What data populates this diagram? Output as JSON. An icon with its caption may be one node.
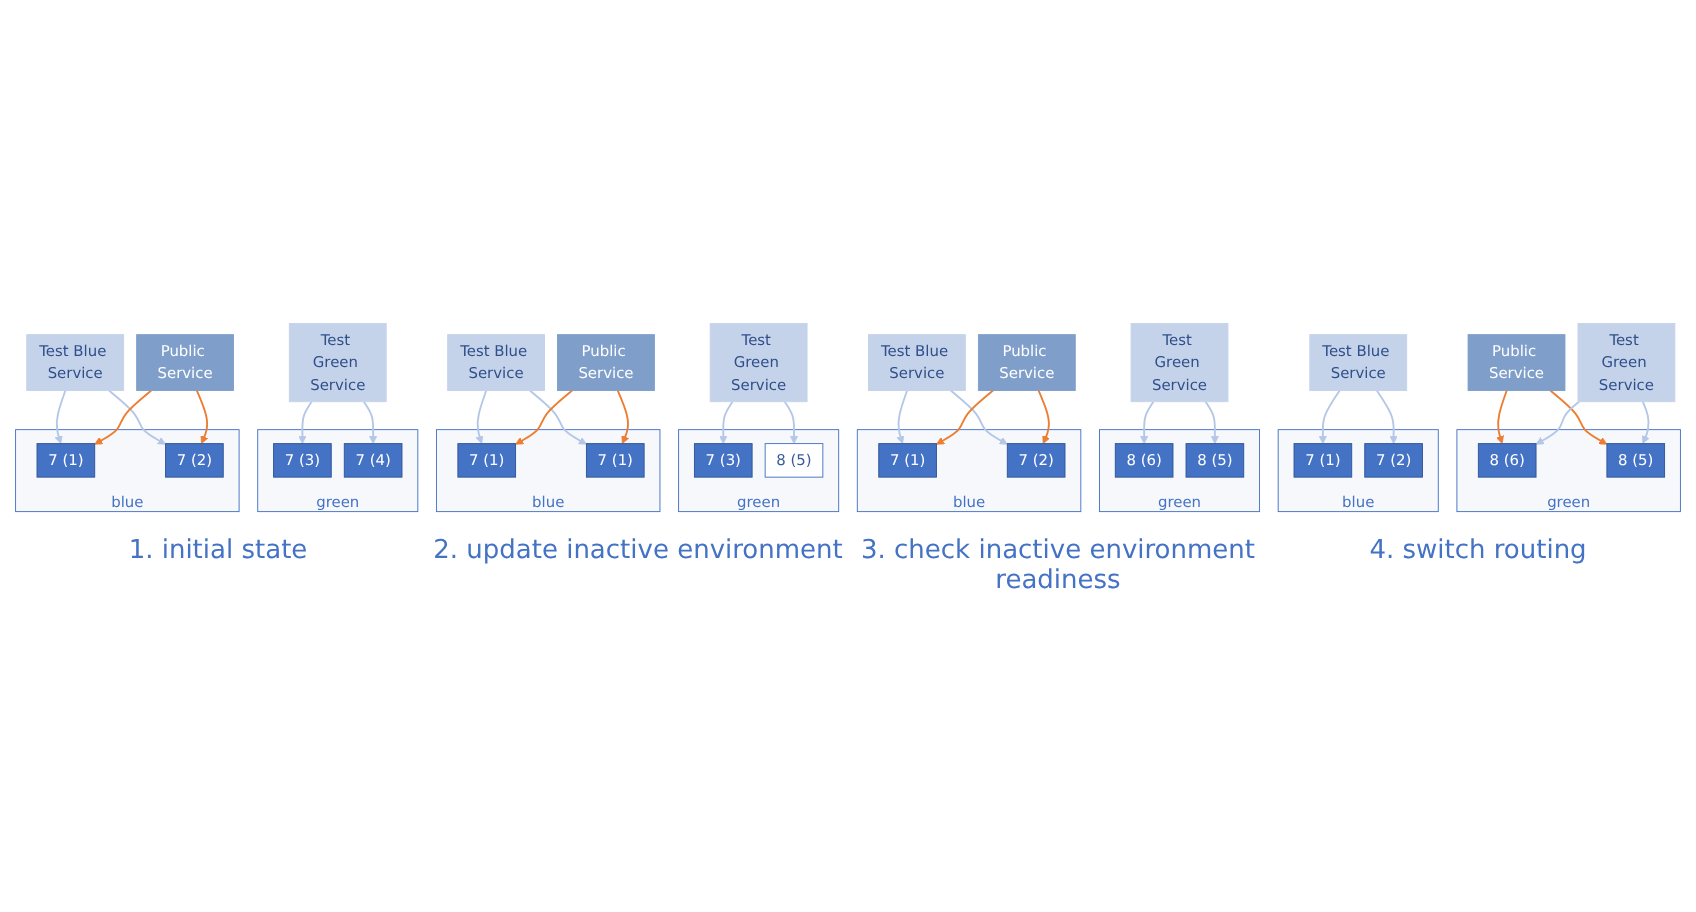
{
  "diagram": {
    "nodes": [
      {
        "text": [
          "Test Blue Service"
        ]
      },
      {
        "text": [
          "Public Service"
        ]
      },
      {
        "text": [
          "Test Green Service"
        ]
      },
      {
        "text": [
          "blue"
        ]
      },
      {
        "text": [
          "7 (1)"
        ],
        "in": 3
      },
      {
        "text": [
          "7 (2)"
        ],
        "in": 3
      },
      {
        "text": [
          "green"
        ]
      },
      {
        "text": [
          "7 (3)"
        ],
        "in": 6
      },
      {
        "text": [
          "7 (4)"
        ],
        "in": 6
      },
      {
        "text": [
          "Test Blue Service"
        ]
      },
      {
        "text": [
          "Public Service"
        ]
      },
      {
        "text": [
          "Test Green Service"
        ]
      },
      {
        "text": [
          "blue"
        ]
      },
      {
        "text": [
          "7 (1)"
        ],
        "in": 12
      },
      {
        "text": [
          "7 (1)"
        ],
        "in": 12
      },
      {
        "text": [
          "green"
        ]
      },
      {
        "text": [
          "7 (3)"
        ],
        "in": 15
      },
      {
        "text": [
          "8 (5)"
        ],
        "in": 15
      },
      {
        "text": [
          "Test Blue Service"
        ]
      },
      {
        "text": [
          "Public Service"
        ]
      },
      {
        "text": [
          "Test Green Service"
        ]
      },
      {
        "text": [
          "blue"
        ]
      },
      {
        "text": [
          "7 (1)"
        ],
        "in": 21
      },
      {
        "text": [
          "7 (2)"
        ],
        "in": 21
      },
      {
        "text": [
          "green"
        ]
      },
      {
        "text": [
          "8 (6)"
        ],
        "in": 24
      },
      {
        "text": [
          "8 (5)"
        ],
        "in": 24
      },
      {
        "text": [
          "Test Blue Service"
        ]
      },
      {
        "text": [
          "Public Service"
        ]
      },
      {
        "text": [
          "Test Green Service"
        ]
      },
      {
        "text": [
          "blue"
        ]
      },
      {
        "text": [
          "7 (1)"
        ],
        "in": 30
      },
      {
        "text": [
          "7 (2)"
        ],
        "in": 30
      },
      {
        "text": [
          "green"
        ]
      },
      {
        "text": [
          "8 (6)"
        ],
        "in": 33
      },
      {
        "text": [
          "8 (5)"
        ],
        "in": 33
      }
    ],
    "edges": [
      {
        "from": 0,
        "to": 4,
        "arrow": "to"
      },
      {
        "from": 0,
        "to": 5,
        "arrow": "to"
      },
      {
        "from": 1,
        "to": 4,
        "arrow": "to",
        "color": "#ed7d31"
      },
      {
        "from": 1,
        "to": 5,
        "arrow": "to",
        "color": "#ed7d31"
      },
      {
        "from": 2,
        "to": 7,
        "arrow": "to"
      },
      {
        "from": 2,
        "to": 8,
        "arrow": "to"
      },
      {
        "from": 9,
        "to": 13,
        "arrow": "to"
      },
      {
        "from": 9,
        "to": 14,
        "arrow": "to"
      },
      {
        "from": 10,
        "to": 13,
        "arrow": "to",
        "color": "#ed7d31"
      },
      {
        "from": 10,
        "to": 14,
        "arrow": "to",
        "color": "#ed7d31"
      },
      {
        "from": 11,
        "to": 16,
        "arrow": "to"
      },
      {
        "from": 11,
        "to": 17,
        "arrow": "to"
      },
      {
        "from": 18,
        "to": 22,
        "arrow": "to"
      },
      {
        "from": 18,
        "to": 23,
        "arrow": "to"
      },
      {
        "from": 19,
        "to": 22,
        "arrow": "to",
        "color": "#ed7d31"
      },
      {
        "from": 19,
        "to": 23,
        "arrow": "to",
        "color": "#ed7d31"
      },
      {
        "from": 20,
        "to": 25,
        "arrow": "to"
      },
      {
        "from": 20,
        "to": 26,
        "arrow": "to"
      },
      {
        "from": 27,
        "to": 31,
        "arrow": "to"
      },
      {
        "from": 27,
        "to": 32,
        "arrow": "to"
      },
      {
        "from": 28,
        "to": 34,
        "arrow": "to",
        "color": "#ed7d31"
      },
      {
        "from": 28,
        "to": 35,
        "arrow": "to",
        "color": "#ed7d31"
      },
      {
        "from": 29,
        "to": 34,
        "arrow": "to"
      },
      {
        "from": 29,
        "to": 35,
        "arrow": "to"
      }
    ],
    "labels": [
      "1. initial state",
      "2. update inactive environment",
      "3. check inactive environment readiness",
      "4. switch routing"
    ]
  }
}
